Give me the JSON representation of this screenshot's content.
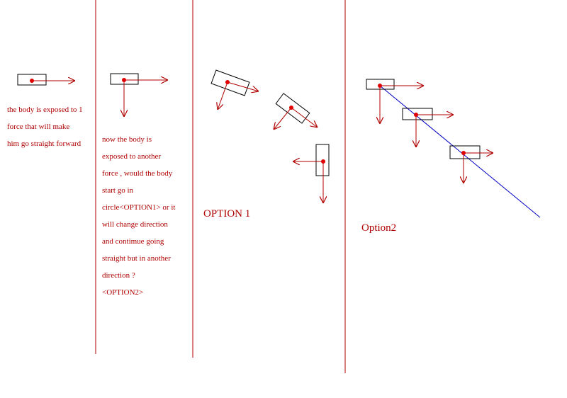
{
  "colors": {
    "text": "#b00000",
    "divider": "#b00000",
    "arrow": "#b00000",
    "box": "#000000",
    "point": "#e00000",
    "path_line": "#0000c0",
    "background": "#ffffff"
  },
  "panel1": {
    "lines": [
      "the body is exposed to 1",
      "force that will make",
      "him go straight forward"
    ]
  },
  "panel2": {
    "lines": [
      "now the body is",
      "exposed to another",
      "force , would the body",
      "start go in",
      "circle<OPTION1> or it",
      "will change direction",
      "and contimue going",
      "straight but in another",
      "direction ?",
      "<OPTION2>"
    ]
  },
  "panel3": {
    "label": "OPTION 1"
  },
  "panel4": {
    "label": "Option2"
  }
}
